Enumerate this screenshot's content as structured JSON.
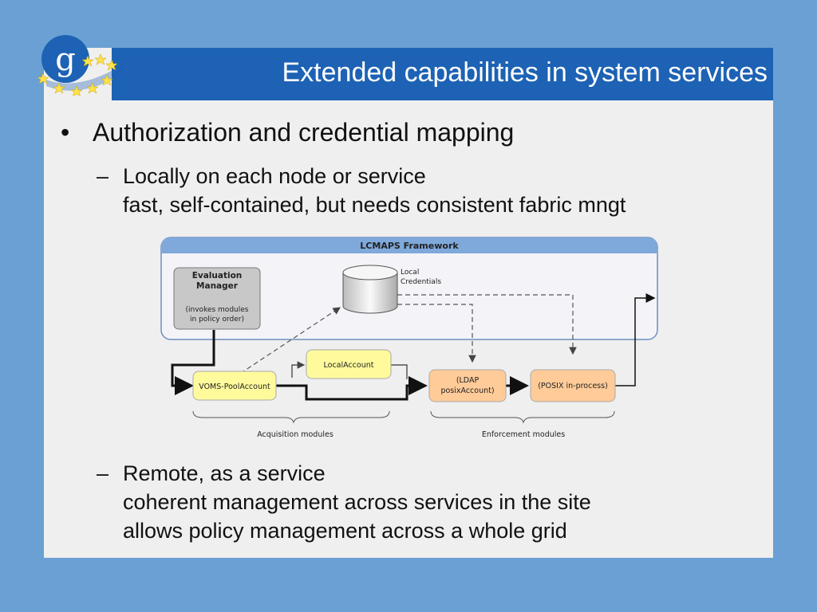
{
  "slide": {
    "title": "Extended capabilities in system services",
    "logo_letter": "g",
    "bullet": "Authorization and credential mapping",
    "sub_bullets": [
      {
        "dash": "–",
        "lines": [
          "Locally on each node or service",
          "fast, self-contained, but needs consistent fabric mngt"
        ]
      },
      {
        "dash": "–",
        "lines": [
          "Remote, as a service",
          "coherent management across services in the site",
          "allows policy management across a whole grid"
        ]
      }
    ]
  },
  "diagram": {
    "framework_title": "LCMAPS Framework",
    "evaluation_manager": {
      "title_lines": [
        "Evaluation",
        "Manager"
      ],
      "note_lines": [
        "(invokes modules",
        "in policy order)"
      ]
    },
    "local_credentials": [
      "Local",
      "Credentials"
    ],
    "modules": {
      "voms_pool": "VOMS-PoolAccount",
      "local_account": "LocalAccount",
      "ldap": [
        "(LDAP",
        "posixAccount)"
      ],
      "posix": "(POSIX in-process)"
    },
    "group_labels": {
      "acquisition": "Acquisition modules",
      "enforcement": "Enforcement modules"
    },
    "colors": {
      "yellow_module": "#fffb9c",
      "orange_module": "#ffcb99",
      "framework_bar": "#7fa9da",
      "manager_box": "#c8c8c8"
    }
  },
  "colors": {
    "background": "#6aa0d3",
    "panel": "#efefef",
    "title_bar": "#1d62b4"
  }
}
